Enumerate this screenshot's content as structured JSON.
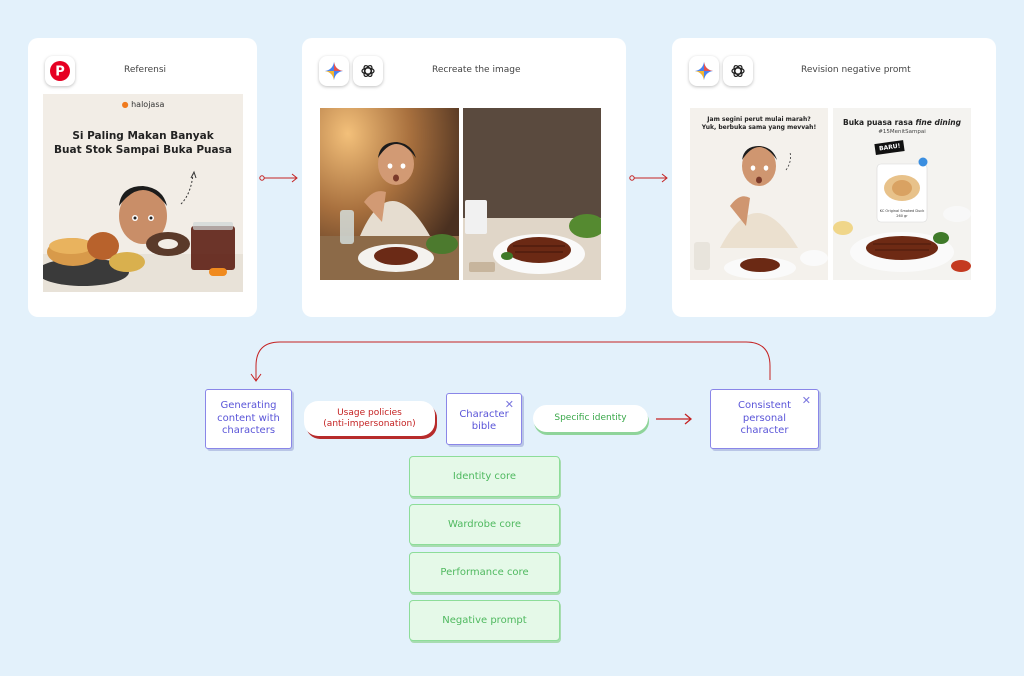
{
  "cards": [
    {
      "title": "Referensi",
      "apps": [
        "pinterest-icon"
      ]
    },
    {
      "title": "Recreate the image",
      "apps": [
        "gemini-icon",
        "chatgpt-icon"
      ]
    },
    {
      "title": "Revision negative promt",
      "apps": [
        "gemini-icon",
        "chatgpt-icon"
      ]
    }
  ],
  "reference": {
    "brand": "halojasa",
    "headline_1": "Si Paling Makan Banyak",
    "headline_2": "Buat Stok Sampai Buka Puasa"
  },
  "revision": {
    "left_caption_1": "Jam segini perut mulai marah?",
    "left_caption_2": "Yuk, berbuka sama yang mevvah!",
    "right_headline": "Buka puasa rasa",
    "right_headline_italic": "fine dining",
    "right_hashtag": "#15MenitSampai",
    "badge": "BARU!",
    "product_name": "KC Original Smoked Duck",
    "product_weight": "260 gr"
  },
  "flow": {
    "generating": "Generating content with characters",
    "usage_policies_1": "Usage policies",
    "usage_policies_2": "(anti-impersonation)",
    "character_bible": "Character bible",
    "specific_identity": "Specific  identity",
    "consistent": "Consistent personal character"
  },
  "cores": [
    "Identity core",
    "Wardrobe core",
    "Performance core",
    "Negative prompt"
  ],
  "colors": {
    "accent_purple": "#5a55d8",
    "accent_red": "#c42222",
    "accent_green": "#4fb95f",
    "background": "#e3f1fb"
  }
}
